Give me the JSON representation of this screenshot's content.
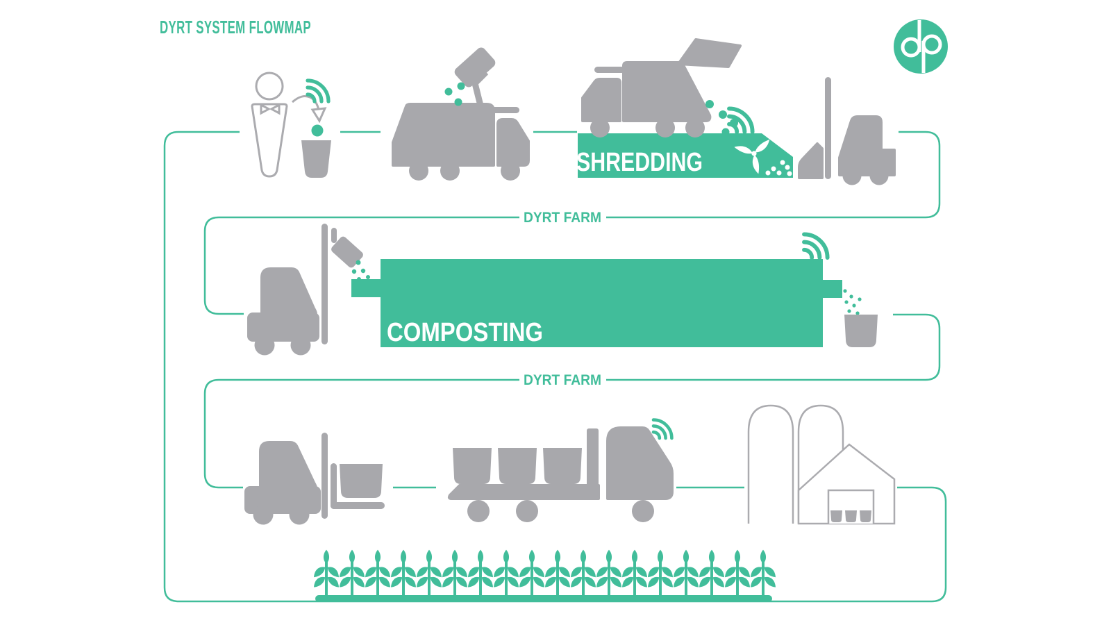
{
  "title": "DYRT SYSTEM FLOWMAP",
  "labels": {
    "shredding": "SHREDDING",
    "composting": "COMPOSTING",
    "farm_top": "DYRT FARM",
    "farm_bottom": "DYRT FARM"
  },
  "colors": {
    "accent_green": "#41BD9A",
    "icon_gray": "#A8A8AC",
    "outline_gray": "#ABABAF",
    "zone_label_text": "#FFFFFF",
    "background": "#FFFFFF"
  },
  "icons": [
    "dyrt-logo",
    "person-icon",
    "throw-arrow-icon",
    "waste-bin-icon",
    "wifi-icon",
    "collection-truck-icon",
    "dump-truck-icon",
    "shredder-blade-icon",
    "forklift-icon",
    "composting-tunnel",
    "compost-pot-icon",
    "flatbed-truck-icon",
    "barn-icon",
    "crops-row"
  ]
}
